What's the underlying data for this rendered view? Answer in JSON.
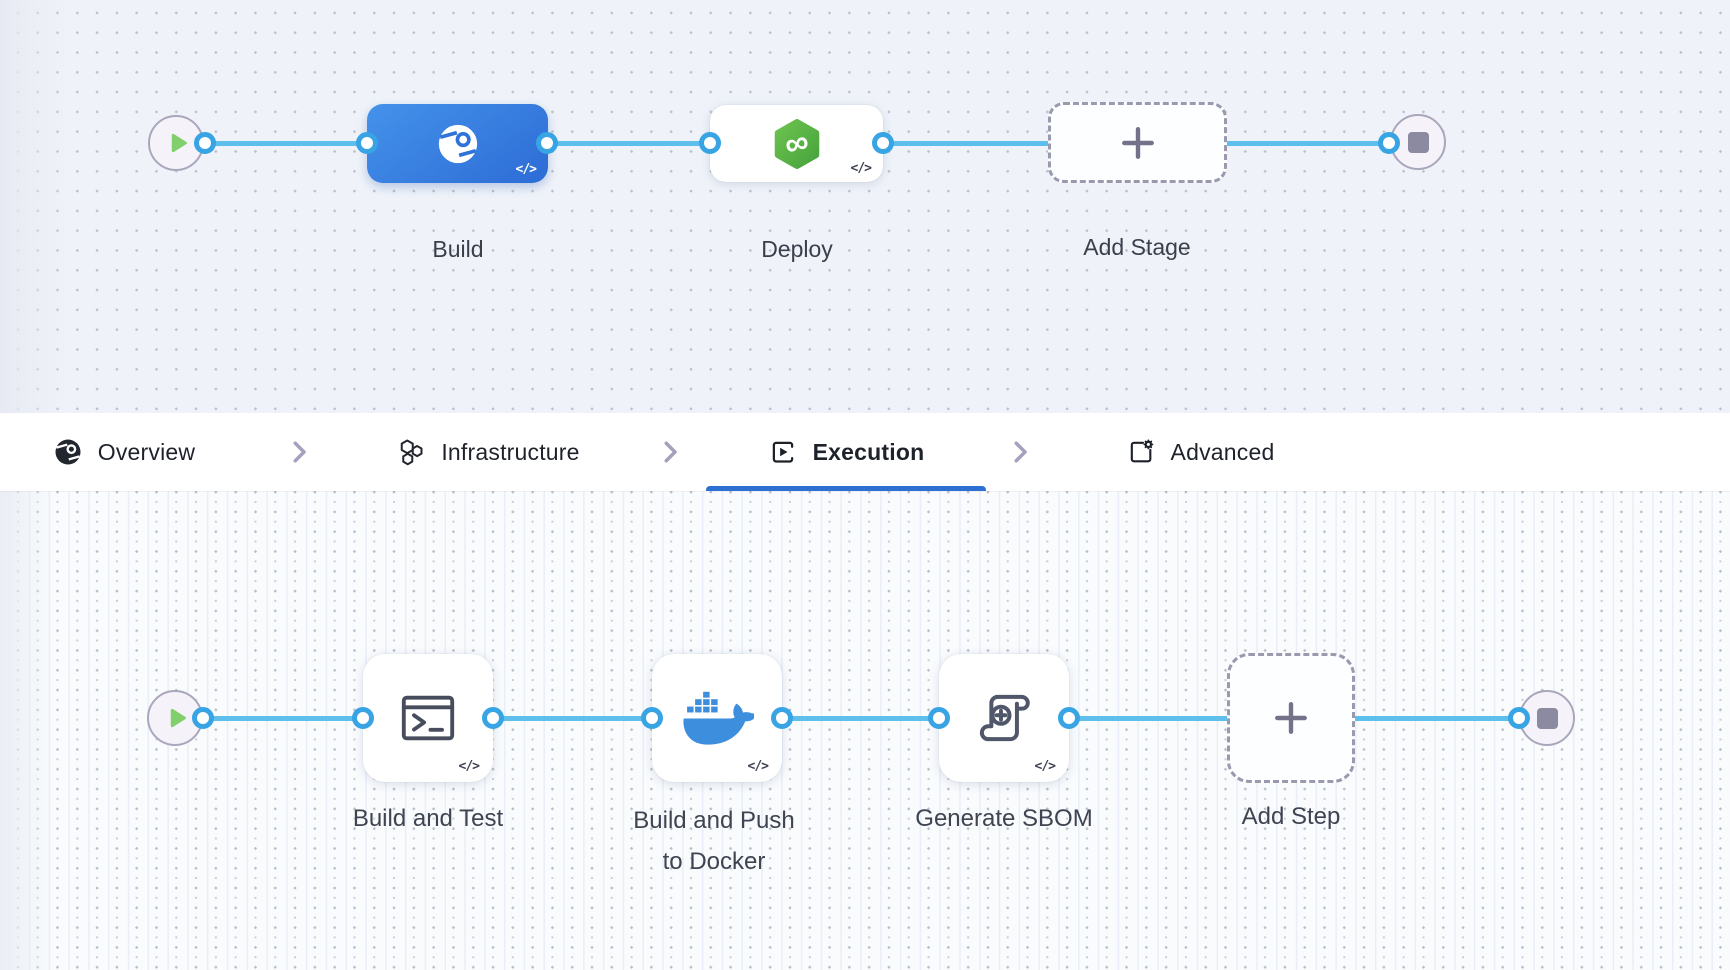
{
  "app_context": "pipeline-studio-canvas",
  "stage_graph": {
    "start_node": {
      "icon": "play-icon"
    },
    "end_node": {
      "icon": "stop-icon"
    },
    "stages": [
      {
        "id": "build",
        "label": "Build",
        "icon": "ci-build-icon",
        "code_glyph": "</>"
      },
      {
        "id": "deploy",
        "label": "Deploy",
        "icon": "cd-deploy-icon",
        "code_glyph": "</>"
      },
      {
        "id": "add-stage",
        "label": "Add Stage",
        "icon": "plus-icon"
      }
    ]
  },
  "tab_bar": {
    "separator_icon": "chevron-right-icon",
    "active_tab": "Execution",
    "active_color": "#2e6fd3",
    "tabs": [
      {
        "label": "Overview",
        "icon": "overview-icon",
        "active": false
      },
      {
        "label": "Infrastructure",
        "icon": "infrastructure-icon",
        "active": false
      },
      {
        "label": "Execution",
        "icon": "execution-icon",
        "active": true
      },
      {
        "label": "Advanced",
        "icon": "advanced-icon",
        "active": false
      }
    ]
  },
  "step_graph": {
    "start_node": {
      "icon": "play-icon"
    },
    "end_node": {
      "icon": "stop-icon"
    },
    "steps": [
      {
        "id": "build-and-test",
        "label": "Build and Test",
        "icon": "terminal-icon",
        "code_glyph": "</>"
      },
      {
        "id": "build-and-push-to-docker",
        "label": "Build and Push to Docker",
        "label_lines": [
          "Build and Push",
          "to Docker"
        ],
        "icon": "docker-icon",
        "code_glyph": "</>"
      },
      {
        "id": "generate-sbom",
        "label": "Generate SBOM",
        "icon": "sbom-scroll-icon",
        "code_glyph": "</>"
      },
      {
        "id": "add-step",
        "label": "Add Step",
        "icon": "plus-icon"
      }
    ]
  },
  "colors": {
    "connector_line": "#5fbfec",
    "port_ring": "#38a4e4",
    "stage_build_blue": "#2d6cd6",
    "deploy_green": "#5bb347",
    "play_green": "#82cf6d",
    "node_gray": "#8b8aa0",
    "tab_active_underline": "#2e6fd3",
    "canvas_top_bg": "#eff3f9",
    "canvas_bottom_bg": "#f9fbfd"
  }
}
